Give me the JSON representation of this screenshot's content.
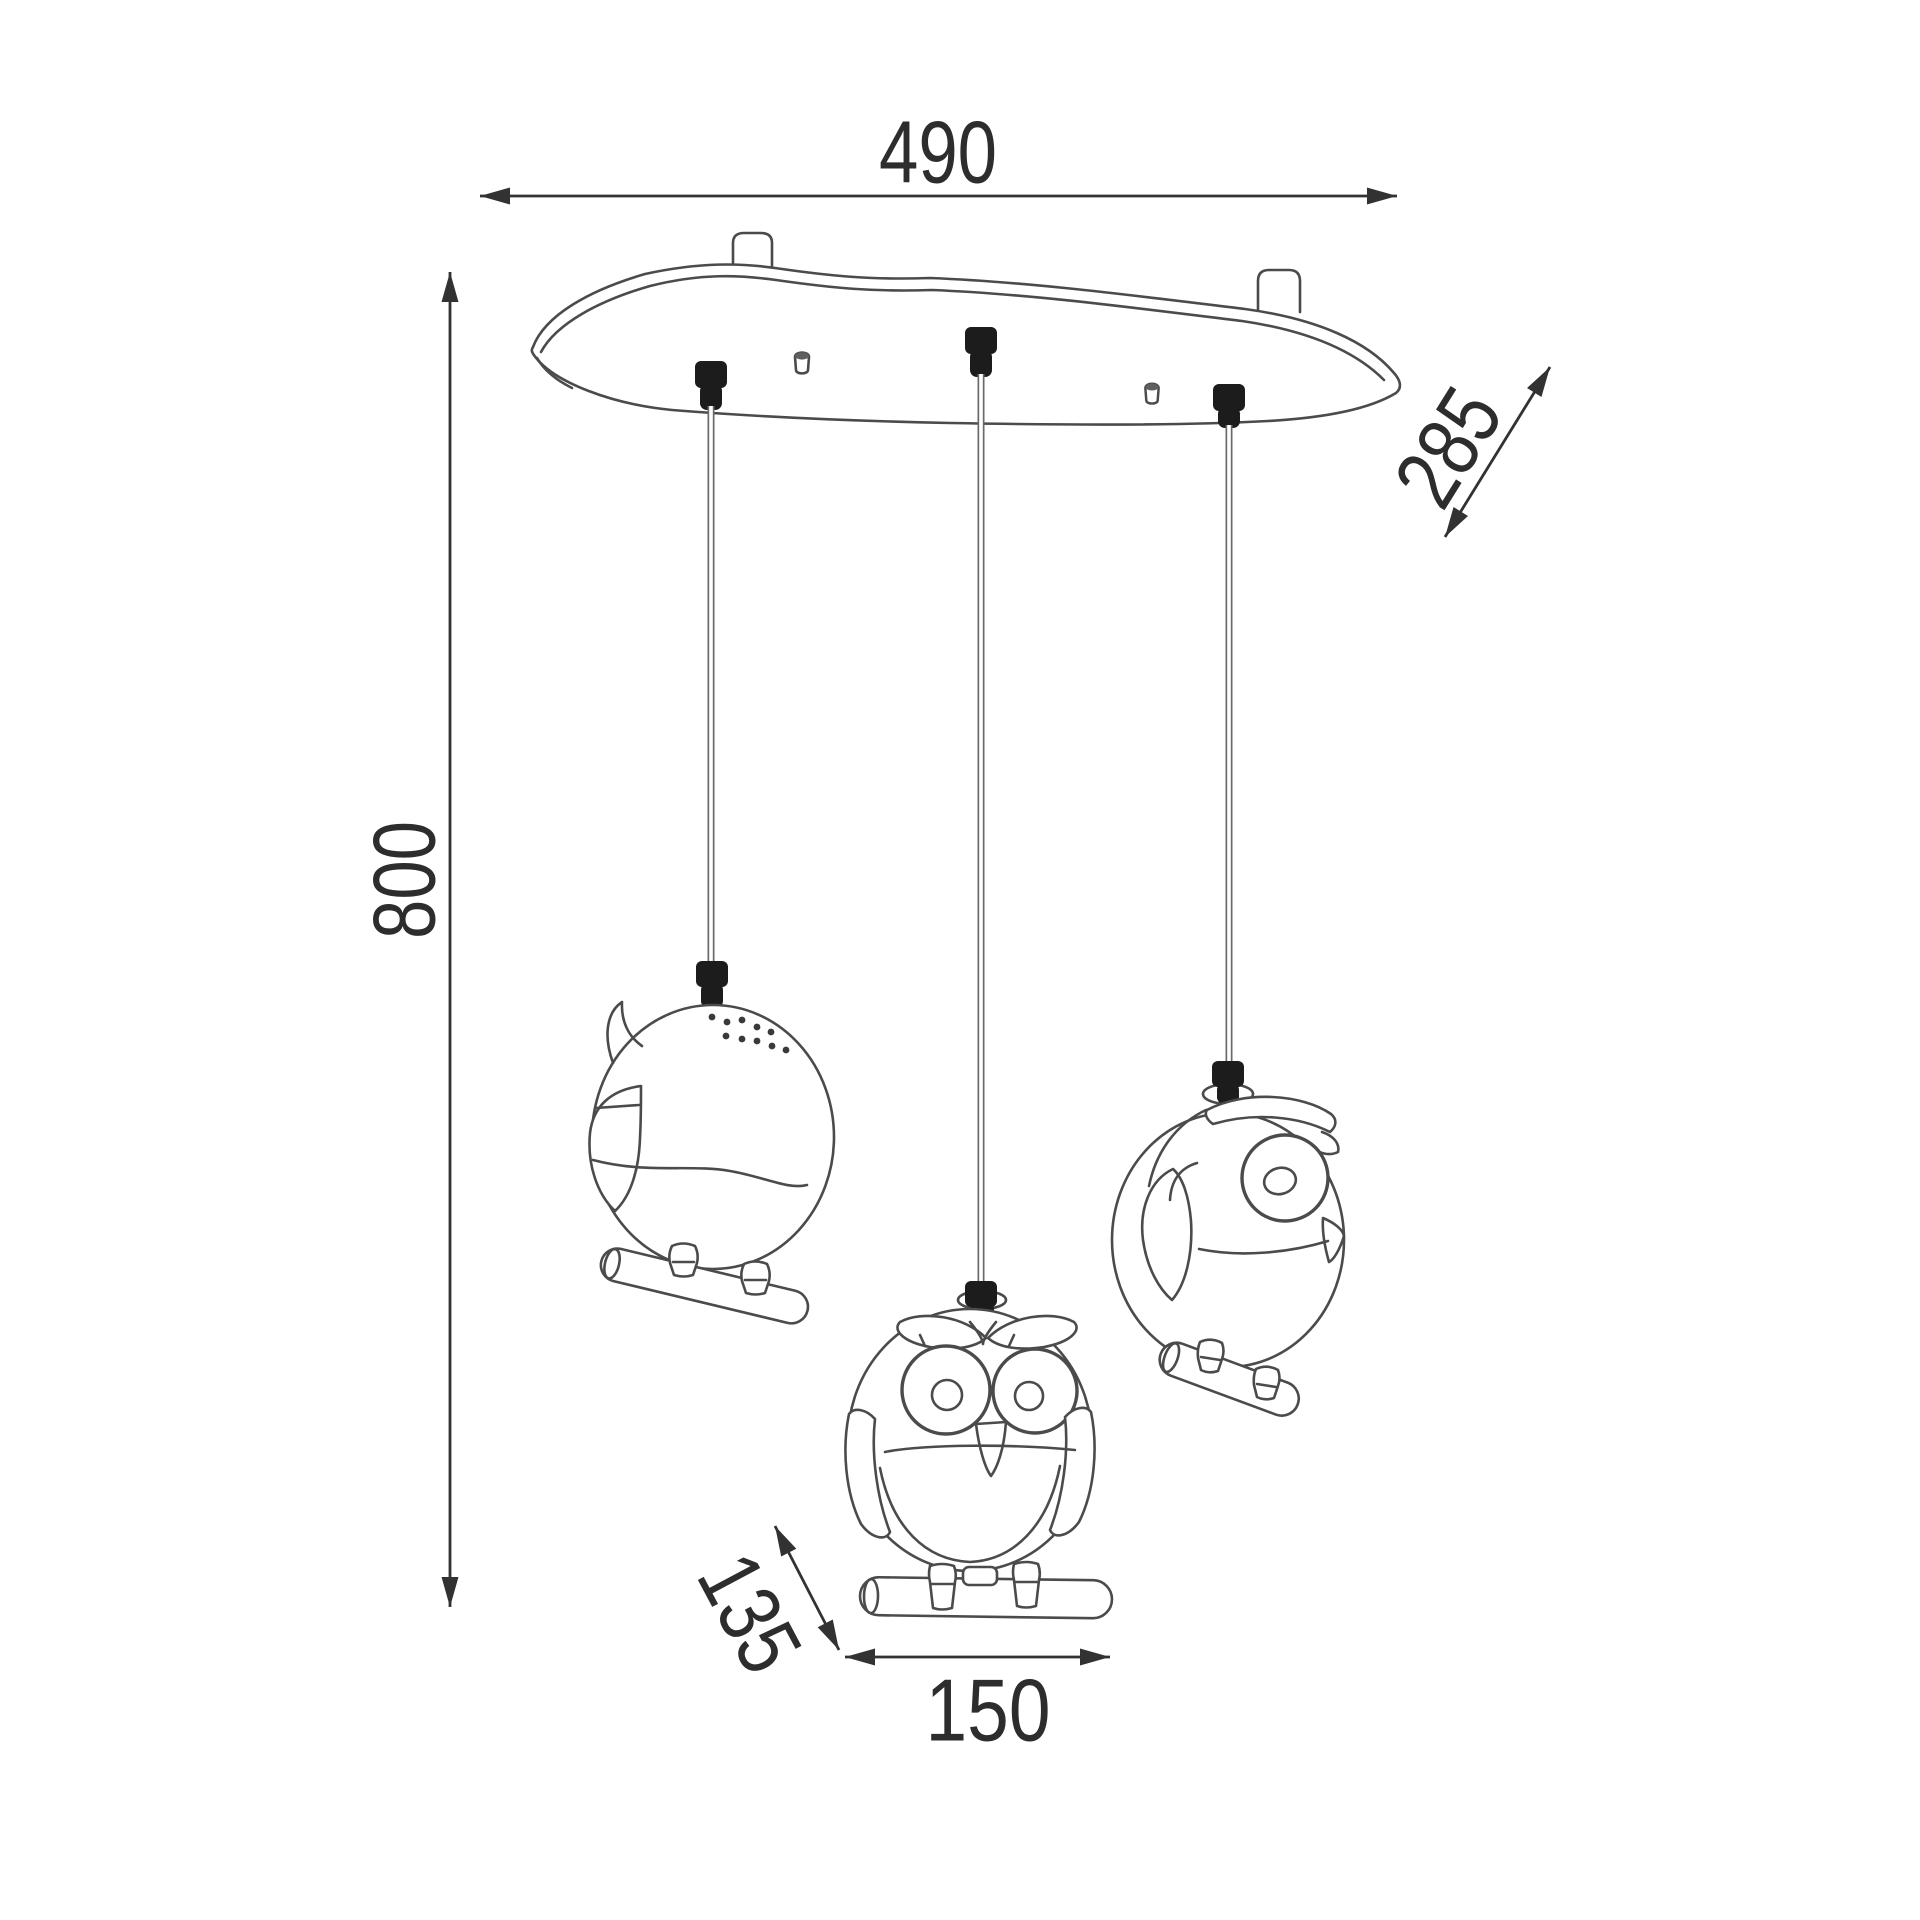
{
  "drawing": {
    "kind": "pendant-lamp-dimension-drawing",
    "style": {
      "background": "#ffffff",
      "artwork_line_color": "#4b4b4b",
      "dimension_line_color": "#323232",
      "text_color": "#2d2d2d",
      "grip_color": "#1c1c1c"
    }
  },
  "dimensions": {
    "canopy_width": "490",
    "canopy_depth": "285",
    "suspension_height": "800",
    "shade_depth": "135",
    "shade_width": "150"
  }
}
